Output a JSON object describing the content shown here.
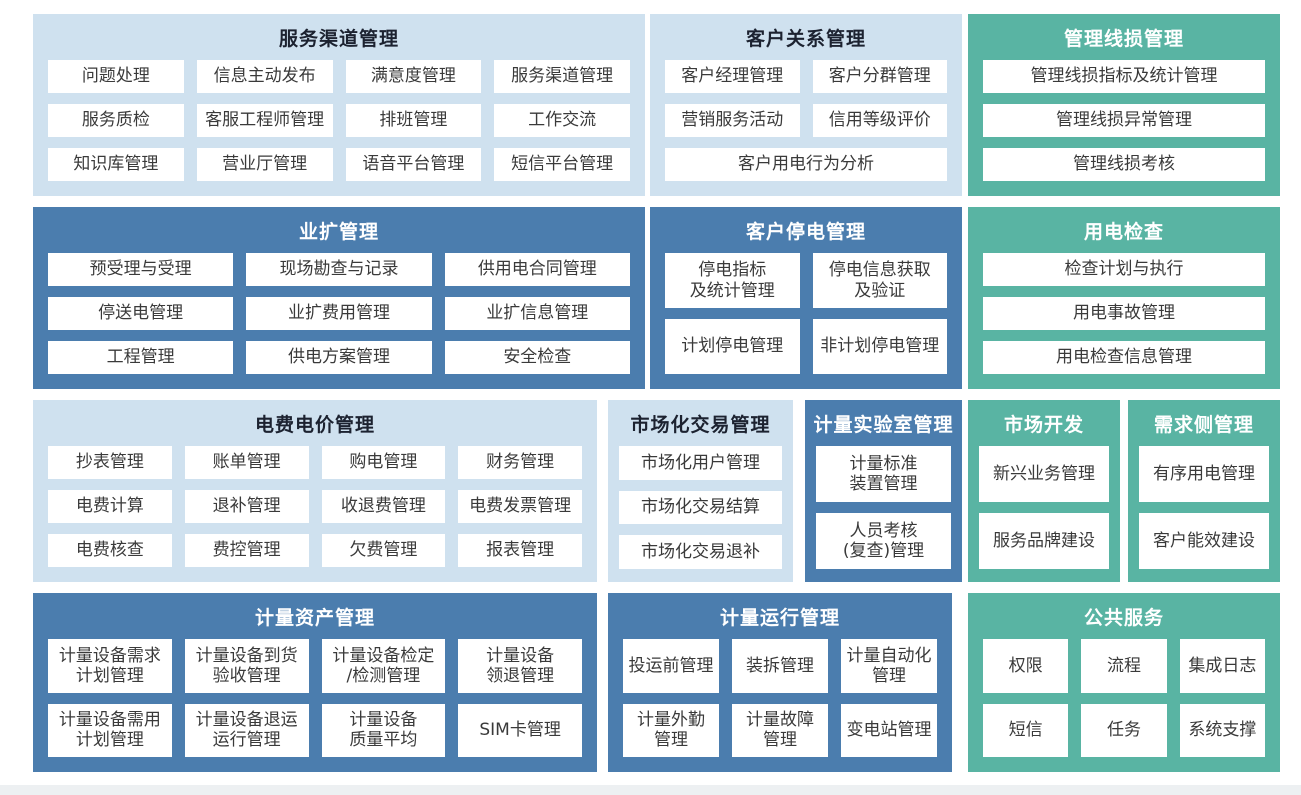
{
  "colors": {
    "light_panel": "#cfe1ef",
    "dark_panel": "#4b7dae",
    "teal_panel": "#59b4a3",
    "cell_background": "#ffffff",
    "light_panel_title_text": "#1c2230",
    "dark_panel_title_text": "#ffffff",
    "cell_text": "#3a3a3a"
  },
  "panels": {
    "service_channel": {
      "title": "服务渠道管理",
      "items": [
        "问题处理",
        "信息主动发布",
        "满意度管理",
        "服务渠道管理",
        "服务质检",
        "客服工程师管理",
        "排班管理",
        "工作交流",
        "知识库管理",
        "营业厅管理",
        "语音平台管理",
        "短信平台管理"
      ]
    },
    "customer_relation": {
      "title": "客户关系管理",
      "items": [
        "客户经理管理",
        "客户分群管理",
        "营销服务活动",
        "信用等级评价",
        "客户用电行为分析"
      ]
    },
    "line_loss": {
      "title": "管理线损管理",
      "items": [
        "管理线损指标及统计管理",
        "管理线损异常管理",
        "管理线损考核"
      ]
    },
    "business_expansion": {
      "title": "业扩管理",
      "items": [
        "预受理与受理",
        "现场勘查与记录",
        "供用电合同管理",
        "停送电管理",
        "业扩费用管理",
        "业扩信息管理",
        "工程管理",
        "供电方案管理",
        "安全检查"
      ]
    },
    "customer_outage": {
      "title": "客户停电管理",
      "items": [
        "停电指标\n及统计管理",
        "停电信息获取\n及验证",
        "计划停电管理",
        "非计划停电管理"
      ]
    },
    "power_inspection": {
      "title": "用电检查",
      "items": [
        "检查计划与执行",
        "用电事故管理",
        "用电检查信息管理"
      ]
    },
    "tariff": {
      "title": "电费电价管理",
      "items": [
        "抄表管理",
        "账单管理",
        "购电管理",
        "财务管理",
        "电费计算",
        "退补管理",
        "收退费管理",
        "电费发票管理",
        "电费核查",
        "费控管理",
        "欠费管理",
        "报表管理"
      ]
    },
    "market_trade": {
      "title": "市场化交易管理",
      "items": [
        "市场化用户管理",
        "市场化交易结算",
        "市场化交易退补"
      ]
    },
    "metering_lab": {
      "title": "计量实验室管理",
      "items": [
        "计量标准\n装置管理",
        "人员考核\n(复查)管理"
      ]
    },
    "market_dev": {
      "title": "市场开发",
      "items": [
        "新兴业务管理",
        "服务品牌建设"
      ]
    },
    "demand_side": {
      "title": "需求侧管理",
      "items": [
        "有序用电管理",
        "客户能效建设"
      ]
    },
    "metering_asset": {
      "title": "计量资产管理",
      "items": [
        "计量设备需求\n计划管理",
        "计量设备到货\n验收管理",
        "计量设备检定\n/检测管理",
        "计量设备\n领退管理",
        "计量设备需用\n计划管理",
        "计量设备退运\n运行管理",
        "计量设备\n质量平均",
        "SIM卡管理"
      ]
    },
    "metering_operation": {
      "title": "计量运行管理",
      "items": [
        "投运前管理",
        "装拆管理",
        "计量自动化\n管理",
        "计量外勤\n管理",
        "计量故障\n管理",
        "变电站管理"
      ]
    },
    "public_service": {
      "title": "公共服务",
      "items": [
        "权限",
        "流程",
        "集成日志",
        "短信",
        "任务",
        "系统支撑"
      ]
    }
  }
}
